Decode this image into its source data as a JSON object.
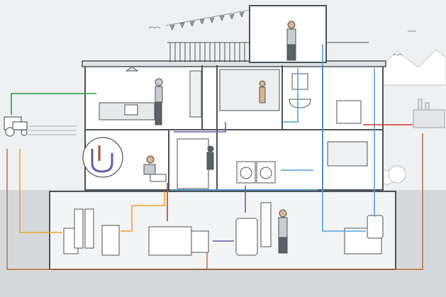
{
  "colors": {
    "background": "#eceef0",
    "ground": "#d6d9dc",
    "wall": "#ffffff",
    "outline": "#4d5358",
    "fresh_water": "#4ea3d8",
    "grey_water": "#6a5aa8",
    "black_water": "#a0522d",
    "rain_water": "#f2a22a",
    "green_energy": "#2e9b4a",
    "heat": "#d9342b",
    "soil_return": "#b06a3b"
  },
  "icons": {
    "tractor": "tractor-icon",
    "factory": "factory-icon",
    "mountains": "mountains-icon",
    "trees": "trees-icon",
    "birds": "birds-icon"
  },
  "flows": [
    {
      "name": "green-energy",
      "color_key": "green_energy"
    },
    {
      "name": "fresh-water",
      "color_key": "fresh_water"
    },
    {
      "name": "grey-water",
      "color_key": "grey_water"
    },
    {
      "name": "black-water",
      "color_key": "black_water"
    },
    {
      "name": "rain-water",
      "color_key": "rain_water"
    },
    {
      "name": "heat",
      "color_key": "heat"
    },
    {
      "name": "soil-return",
      "color_key": "soil_return"
    }
  ]
}
